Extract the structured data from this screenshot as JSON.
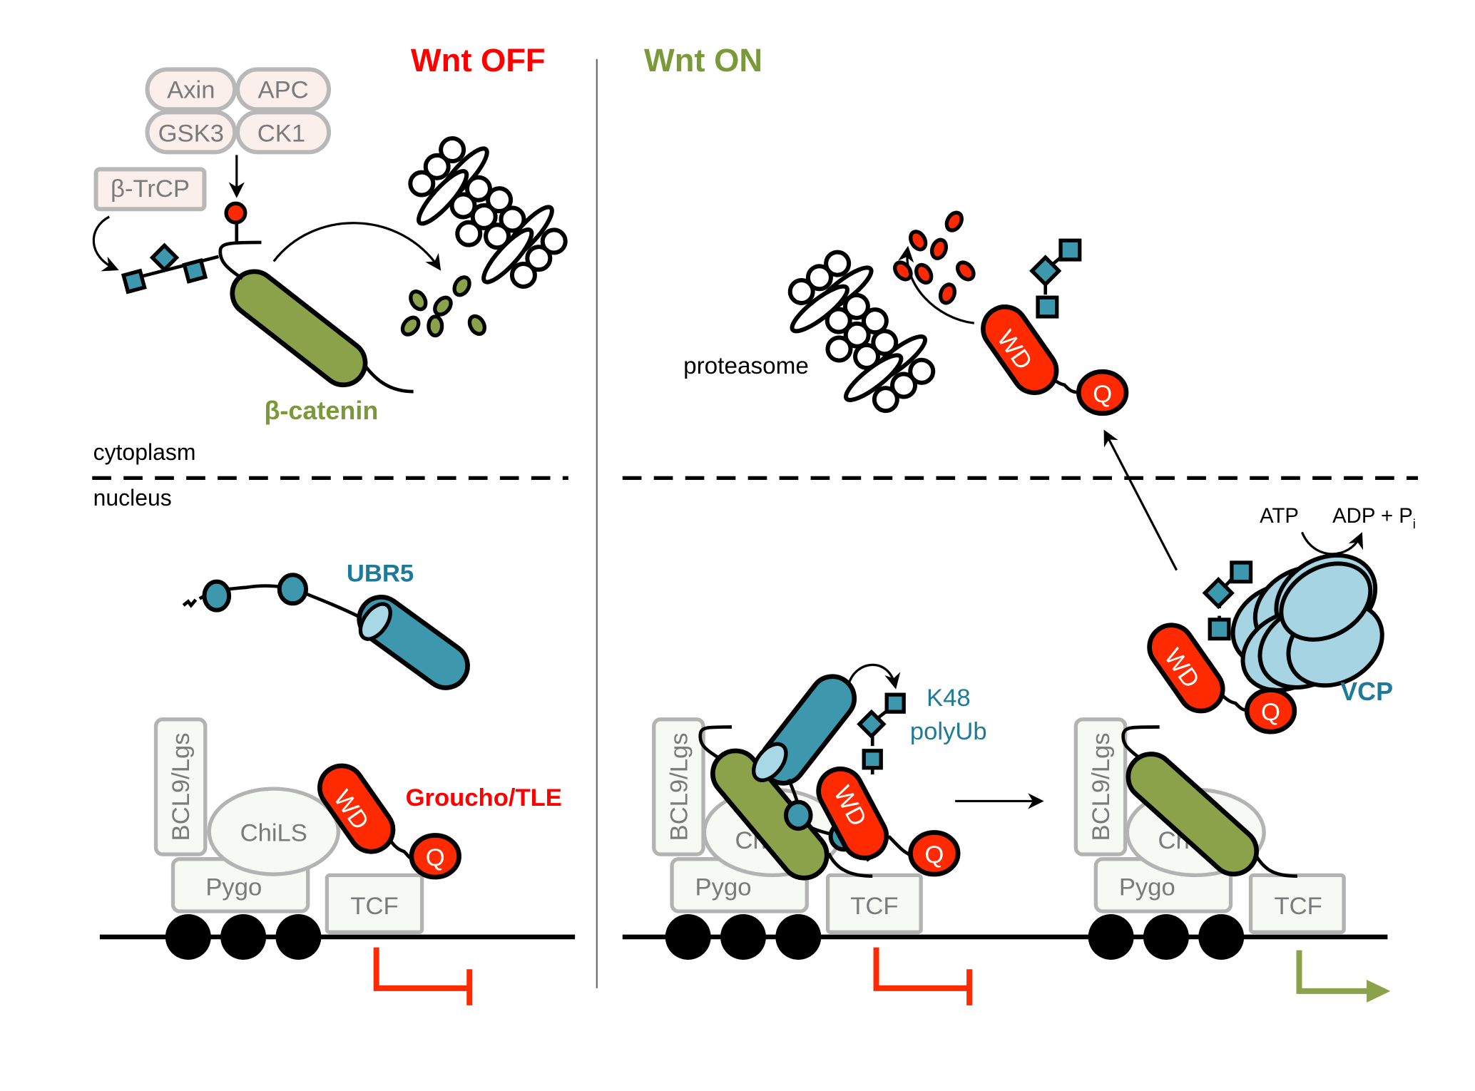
{
  "figure": {
    "panels": {
      "wnt_off": {
        "title": "Wnt OFF",
        "color": "#ff0000"
      },
      "wnt_on": {
        "title": "Wnt ON",
        "color": "#7a9a3a"
      }
    },
    "compartments": {
      "cytoplasm": "cytoplasm",
      "nucleus": "nucleus"
    },
    "destruction_complex": {
      "proteins": [
        "Axin",
        "APC",
        "GSK3",
        "CK1"
      ]
    },
    "e3_ligase_cytoplasm": "β-TrCP",
    "beta_catenin": {
      "label": "β-catenin",
      "color": "#7a9a3a"
    },
    "ubr5": {
      "label": "UBR5",
      "color": "#1f7a99"
    },
    "groucho": {
      "label": "Groucho/TLE",
      "color": "#ff0000",
      "domains": {
        "wd": "WD",
        "q": "Q"
      }
    },
    "enhanceosome": {
      "bcl9": "BCL9/Lgs",
      "chils": "ChiLS",
      "chils_partial": "Ch",
      "pygo": "Pygo",
      "tcf": "TCF"
    },
    "proteasome_label": "proteasome",
    "polyub": {
      "line1": "K48",
      "line2": "polyUb"
    },
    "vcp": {
      "label": "VCP",
      "atp": "ATP",
      "products": "ADP + P",
      "products_sub": "i"
    },
    "colors": {
      "repression": "#ff2a00",
      "activation": "#8ba24a",
      "ubiquitin": "#3d97ad"
    }
  }
}
